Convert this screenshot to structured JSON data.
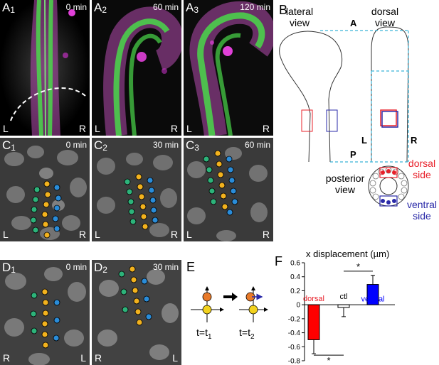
{
  "panels_A": [
    {
      "label": "A",
      "sub": "1",
      "time": "0 min",
      "left_side": "L",
      "right_side": "R"
    },
    {
      "label": "A",
      "sub": "2",
      "time": "60 min",
      "left_side": "L",
      "right_side": "R"
    },
    {
      "label": "A",
      "sub": "3",
      "time": "120 min",
      "left_side": "L",
      "right_side": "R"
    }
  ],
  "panels_C": [
    {
      "label": "C",
      "sub": "1",
      "time": "0 min",
      "left_side": "L",
      "right_side": "R"
    },
    {
      "label": "C",
      "sub": "2",
      "time": "30 min",
      "left_side": "L",
      "right_side": "R"
    },
    {
      "label": "C",
      "sub": "3",
      "time": "60 min",
      "left_side": "L",
      "right_side": "R"
    }
  ],
  "panels_D": [
    {
      "label": "D",
      "sub": "1",
      "time": "0 min",
      "left_side": "R",
      "right_side": "L"
    },
    {
      "label": "D",
      "sub": "2",
      "time": "30 min",
      "left_side": "R",
      "right_side": "L"
    }
  ],
  "panel_B": {
    "letter": "B",
    "lateral_view": "lateral view",
    "lateral_line1": "lateral",
    "lateral_line2": "view",
    "dorsal_line1": "dorsal",
    "dorsal_line2": "view",
    "axis_A": "A",
    "axis_P": "P",
    "axis_L": "L",
    "axis_R": "R",
    "posterior_line1": "posterior",
    "posterior_line2": "view",
    "dorsal_side_line1": "dorsal",
    "dorsal_side_line2": "side",
    "ventral_side_line1": "ventral",
    "ventral_side_line2": "side",
    "colors": {
      "dorsal": "#e8202a",
      "ventral": "#2a2aa8",
      "guide": "#3ab4d8"
    }
  },
  "panel_E": {
    "letter": "E",
    "t1": "t=t",
    "t1_sub": "1",
    "t2": "t=t",
    "t2_sub": "2"
  },
  "panel_F": {
    "letter": "F"
  },
  "chart_data": {
    "type": "bar",
    "title": "x displacement (µm)",
    "categories": [
      "dorsal",
      "ctl",
      "ventral"
    ],
    "values": [
      -0.5,
      -0.04,
      0.29
    ],
    "errors": [
      0.2,
      0.13,
      0.13
    ],
    "colors": [
      "#ff0000",
      "#ffffff",
      "#0000ff"
    ],
    "label_colors": [
      "#e8202a",
      "#000000",
      "#0000ff"
    ],
    "ylim": [
      -0.8,
      0.6
    ],
    "yticks": [
      -0.8,
      -0.6,
      -0.4,
      -0.2,
      0,
      0.2,
      0.4,
      0.6
    ],
    "ytick_labels": [
      "-0.8",
      "-0.6",
      "-0.4",
      "-0.2",
      "0",
      "0.2",
      "0.4",
      "0.6"
    ],
    "significance": [
      {
        "between": [
          "ctl",
          "ventral"
        ],
        "label": "*"
      },
      {
        "between": [
          "dorsal",
          "ctl"
        ],
        "label": "*"
      }
    ]
  }
}
